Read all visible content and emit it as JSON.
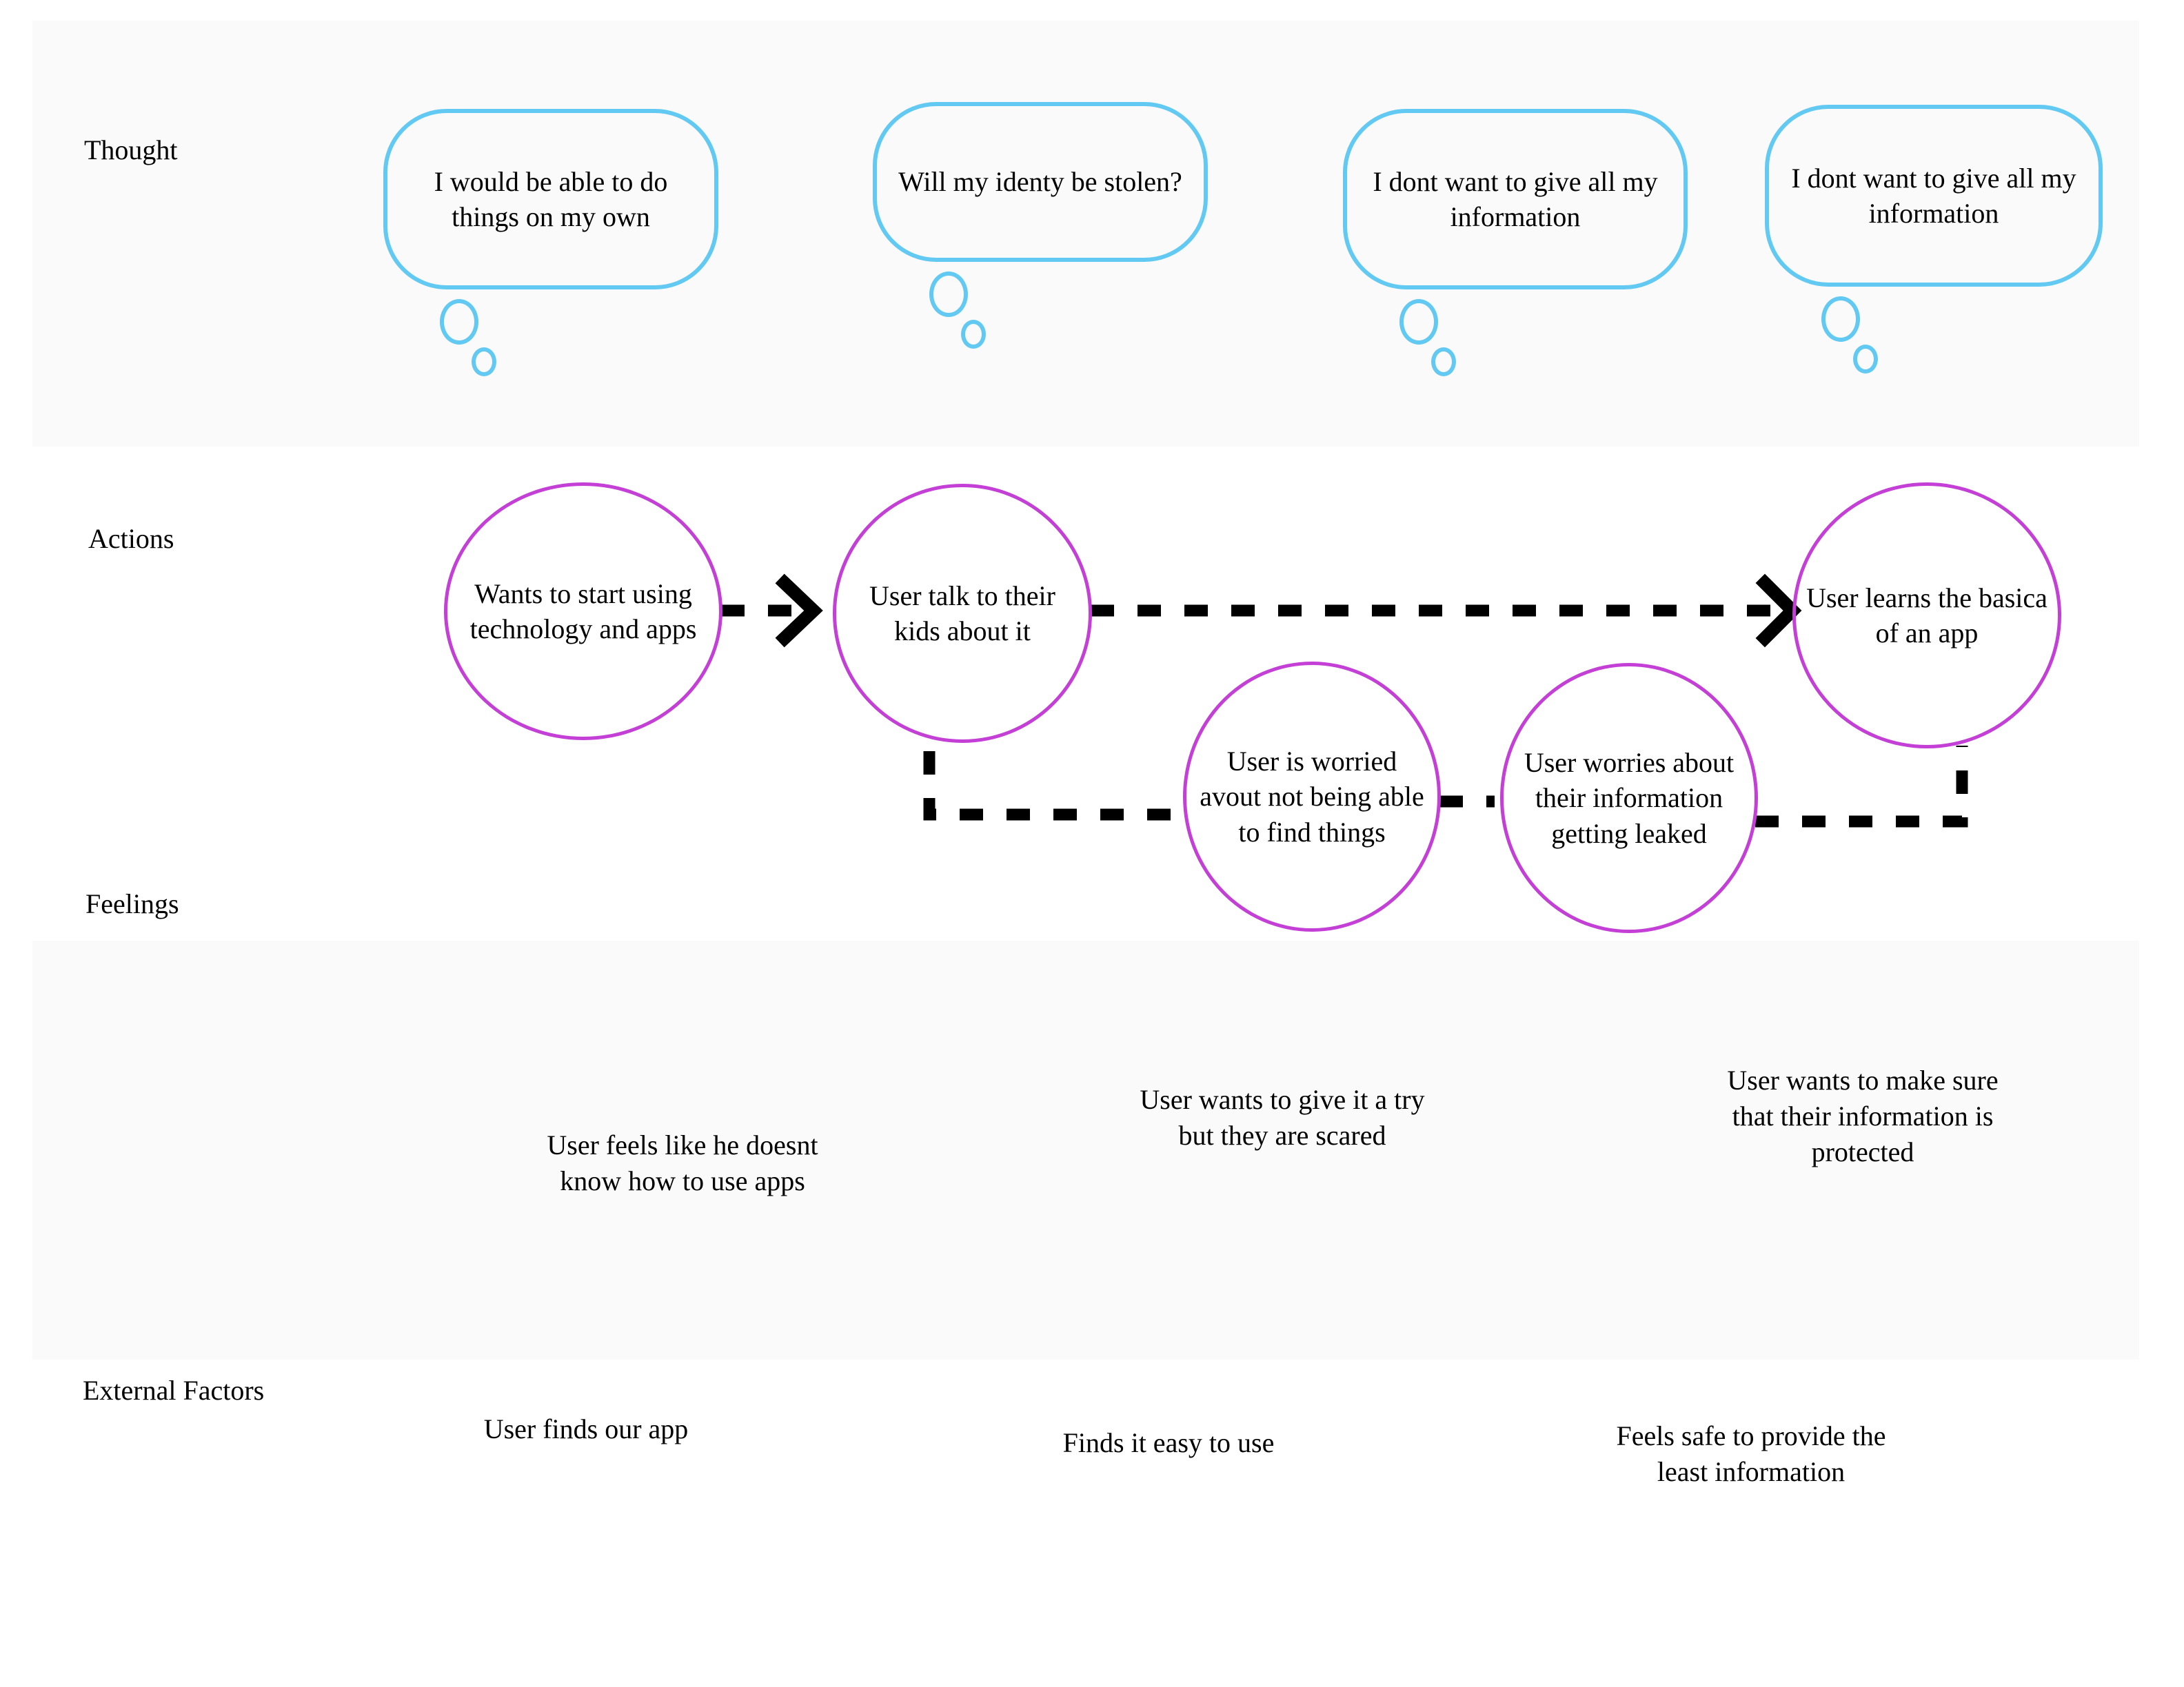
{
  "diagram": {
    "type": "user-journey-map",
    "background_band_color": "#fafafa",
    "page_background": "#ffffff",
    "thought_bubble_color": "#62C9F3",
    "action_circle_color": "#C33FD6",
    "connector_color": "#000000",
    "text_color": "#000000"
  },
  "rows": {
    "thought": {
      "label": "Thought"
    },
    "actions": {
      "label": "Actions"
    },
    "feelings": {
      "label": "Feelings"
    },
    "external": {
      "label": "External Factors"
    }
  },
  "thoughts": [
    {
      "text": "I would be able to do things on my own"
    },
    {
      "text": "Will my identy be stolen?"
    },
    {
      "text": "I dont want to give all my information"
    },
    {
      "text": "I dont want to give all my information"
    }
  ],
  "actions": [
    {
      "text": "Wants to start using technology and apps"
    },
    {
      "text": "User talk to their kids about it"
    },
    {
      "text": "User is worried avout not being able to find things"
    },
    {
      "text": "User worries about their information getting leaked"
    },
    {
      "text": "User learns the basica of an app"
    }
  ],
  "feelings": [
    {
      "text": "User feels like he doesnt know how to use apps"
    },
    {
      "text": "User wants to give it a try but they are scared"
    },
    {
      "text": "User wants to make sure that their information is protected"
    }
  ],
  "external_factors": [
    {
      "text": "User finds our app"
    },
    {
      "text": "Finds it easy to use"
    },
    {
      "text": "Feels safe to provide the least information"
    }
  ]
}
